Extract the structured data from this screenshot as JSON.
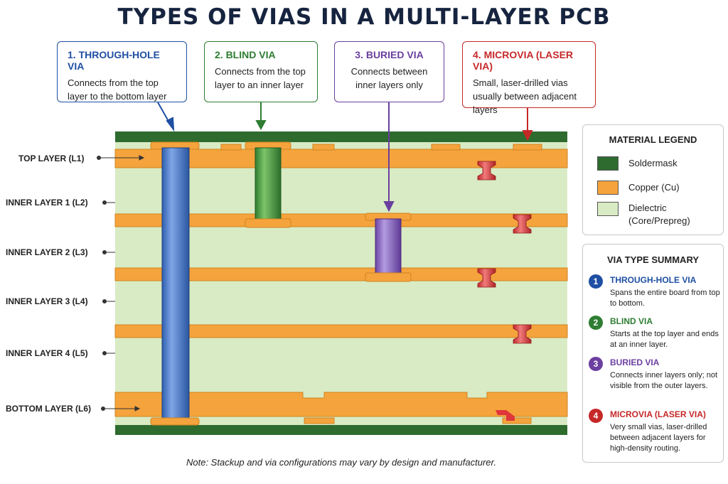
{
  "title": "TYPES OF VIAS IN A MULTI-LAYER PCB",
  "callouts": [
    {
      "title": "1. THROUGH-HOLE VIA",
      "text": "Connects from the top layer to the bottom layer",
      "color": "#1f4fa3"
    },
    {
      "title": "2. BLIND VIA",
      "text": "Connects from the top layer to an inner layer",
      "color": "#2e7d32"
    },
    {
      "title": "3. BURIED VIA",
      "text": "Connects between inner layers only",
      "color": "#6b3fa0"
    },
    {
      "title": "4. MICROVIA (LASER VIA)",
      "text": "Small, laser-drilled vias usually between adjacent layers",
      "color": "#c62828"
    }
  ],
  "layers": [
    {
      "label": "TOP LAYER (L1)"
    },
    {
      "label": "INNER LAYER 1 (L2)"
    },
    {
      "label": "INNER LAYER 2 (L3)"
    },
    {
      "label": "INNER LAYER 3 (L4)"
    },
    {
      "label": "INNER LAYER 4 (L5)"
    },
    {
      "label": "BOTTOM LAYER (L6)"
    }
  ],
  "legend": {
    "title": "MATERIAL LEGEND",
    "items": [
      {
        "label": "Soldermask",
        "color": "#2e6b2e"
      },
      {
        "label": "Copper (Cu)",
        "color": "#f5a33c"
      },
      {
        "label": "Dielectric (Core/Prepreg)",
        "color": "#d9ebc4"
      }
    ]
  },
  "summary": {
    "title": "VIA TYPE SUMMARY",
    "items": [
      {
        "num": "1",
        "title": "THROUGH-HOLE VIA",
        "desc": "Spans the entire board from top to bottom.",
        "color": "#1f4fa3"
      },
      {
        "num": "2",
        "title": "BLIND VIA",
        "desc": "Starts at the top layer and ends at an inner layer.",
        "color": "#2e7d32"
      },
      {
        "num": "3",
        "title": "BURIED VIA",
        "desc": "Connects inner layers only; not visible from the outer layers.",
        "color": "#6b3fa0"
      },
      {
        "num": "4",
        "title": "MICROVIA (LASER VIA)",
        "desc": "Very small vias, laser-drilled between adjacent layers for high-density routing.",
        "color": "#c62828"
      }
    ]
  },
  "note": "Note: Stackup and via configurations may vary by design and manufacturer."
}
